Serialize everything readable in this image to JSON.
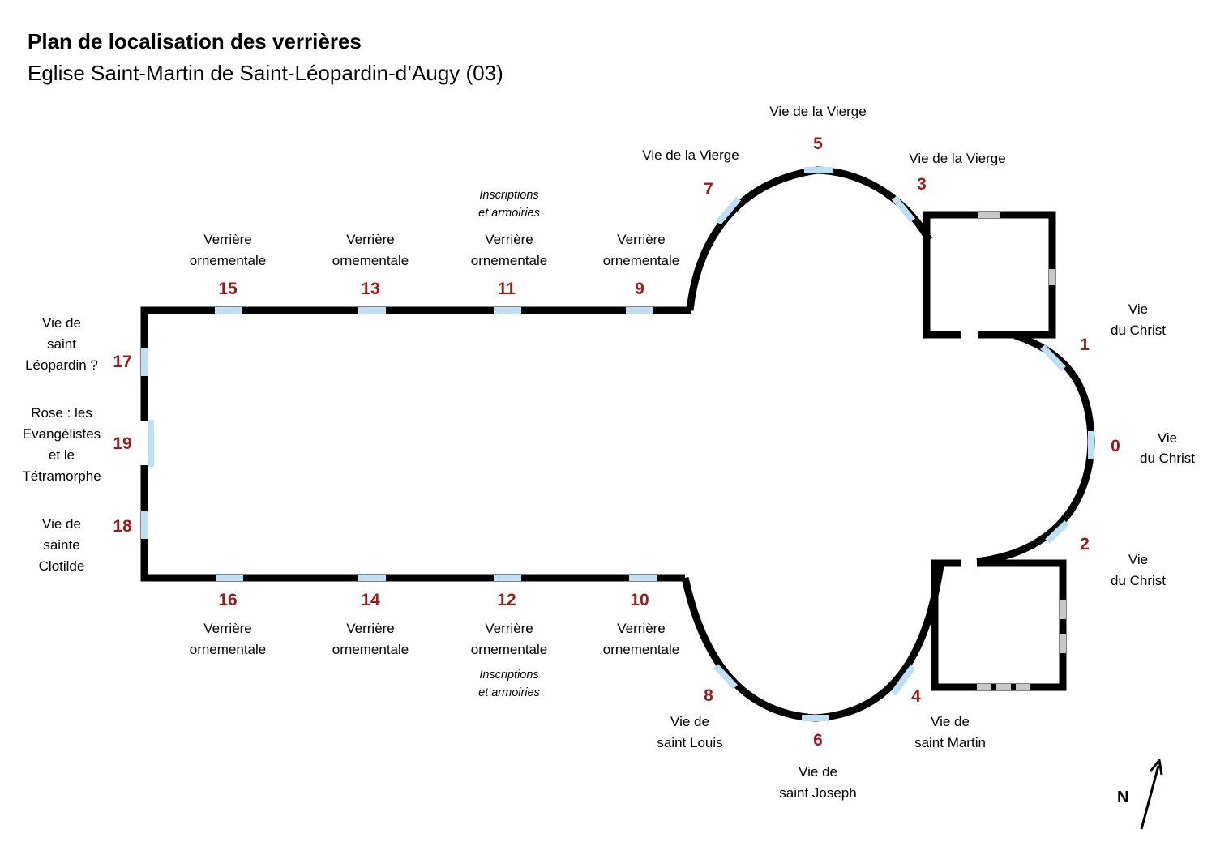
{
  "header": {
    "title": "Plan de localisation des verrières",
    "subtitle": "Eglise Saint-Martin de Saint-Léopardin-d’Augy (03)"
  },
  "colors": {
    "wall": "#000000",
    "window": "#bfdff5",
    "number": "#9b1a1a",
    "minor_opening": "#c8c8c8"
  },
  "windows": [
    {
      "id": "0",
      "number": "0",
      "label": [
        "Vie",
        "du Christ"
      ]
    },
    {
      "id": "1",
      "number": "1",
      "label": [
        "Vie",
        "du Christ"
      ]
    },
    {
      "id": "2",
      "number": "2",
      "label": [
        "Vie",
        "du Christ"
      ]
    },
    {
      "id": "3",
      "number": "3",
      "label": [
        "Vie de la Vierge"
      ]
    },
    {
      "id": "4",
      "number": "4",
      "label": [
        "Vie de",
        "saint Martin"
      ]
    },
    {
      "id": "5",
      "number": "5",
      "label": [
        "Vie de la Vierge"
      ]
    },
    {
      "id": "6",
      "number": "6",
      "label": [
        "Vie de",
        "saint Joseph"
      ]
    },
    {
      "id": "7",
      "number": "7",
      "label": [
        "Vie de la Vierge"
      ]
    },
    {
      "id": "8",
      "number": "8",
      "label": [
        "Vie de",
        "saint Louis"
      ]
    },
    {
      "id": "9",
      "number": "9",
      "label": [
        "Verrière",
        "ornementale"
      ]
    },
    {
      "id": "10",
      "number": "10",
      "label": [
        "Verrière",
        "ornementale"
      ]
    },
    {
      "id": "11",
      "number": "11",
      "label": [
        "Verrière",
        "ornementale"
      ],
      "note": [
        "Inscriptions",
        "et armoiries"
      ]
    },
    {
      "id": "12",
      "number": "12",
      "label": [
        "Verrière",
        "ornementale"
      ],
      "note": [
        "Inscriptions",
        "et armoiries"
      ]
    },
    {
      "id": "13",
      "number": "13",
      "label": [
        "Verrière",
        "ornementale"
      ]
    },
    {
      "id": "14",
      "number": "14",
      "label": [
        "Verrière",
        "ornementale"
      ]
    },
    {
      "id": "15",
      "number": "15",
      "label": [
        "Verrière",
        "ornementale"
      ]
    },
    {
      "id": "16",
      "number": "16",
      "label": [
        "Verrière",
        "ornementale"
      ]
    },
    {
      "id": "17",
      "number": "17",
      "label": [
        "Vie de",
        "saint",
        "Léopardin ?"
      ]
    },
    {
      "id": "18",
      "number": "18",
      "label": [
        "Vie de",
        "sainte",
        "Clotilde"
      ]
    },
    {
      "id": "19",
      "number": "19",
      "label": [
        "Rose : les",
        "Evangélistes",
        "et le",
        "Tétramorphe"
      ]
    }
  ],
  "compass": {
    "label": "N",
    "icon": "north-arrow-icon"
  }
}
